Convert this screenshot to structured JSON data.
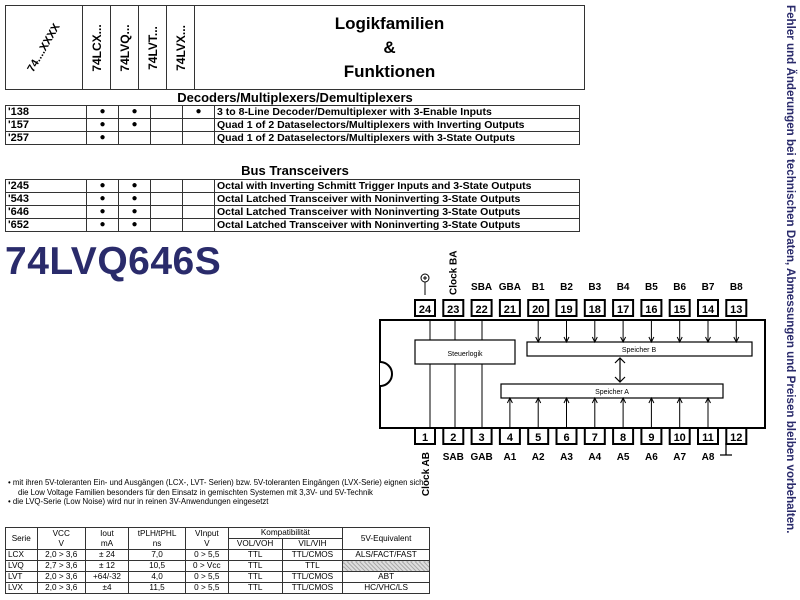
{
  "header": {
    "col0": "74....XXXX",
    "families": [
      "74LCX...",
      "74LVQ...",
      "74LVT...",
      "74LVX..."
    ],
    "title_line1": "Logikfamilien",
    "title_line2": "&",
    "title_line3": "Funktionen"
  },
  "sections": [
    {
      "title": "Decoders/Multiplexers/Demultiplexers",
      "rows": [
        {
          "part": "'138",
          "dots": [
            "●",
            "●",
            "",
            "●"
          ],
          "desc": "3 to 8-Line Decoder/Demultiplexer with 3-Enable Inputs"
        },
        {
          "part": "'157",
          "dots": [
            "●",
            "●",
            "",
            ""
          ],
          "desc": "Quad 1 of 2 Dataselectors/Multiplexers with Inverting Outputs"
        },
        {
          "part": "'257",
          "dots": [
            "●",
            "",
            "",
            ""
          ],
          "desc": "Quad 1 of 2 Dataselectors/Multiplexers with 3-State Outputs"
        }
      ]
    },
    {
      "title": "Bus Transceivers",
      "rows": [
        {
          "part": "'245",
          "dots": [
            "●",
            "●",
            "",
            ""
          ],
          "desc": "Octal with Inverting Schmitt Trigger Inputs and 3-State Outputs"
        },
        {
          "part": "'543",
          "dots": [
            "●",
            "●",
            "",
            ""
          ],
          "desc": "Octal Latched Transceiver with Noninverting 3-State Outputs"
        },
        {
          "part": "'646",
          "dots": [
            "●",
            "●",
            "",
            ""
          ],
          "desc": "Octal Latched Transceiver with Noninverting 3-State Outputs"
        },
        {
          "part": "'652",
          "dots": [
            "●",
            "●",
            "",
            ""
          ],
          "desc": "Octal Latched Transceiver with Noninverting 3-State Outputs"
        }
      ]
    }
  ],
  "part_title": "74LVQ646S",
  "side_text": "Fehler und Änderungen bei technischen Daten, Abmessungen und Preisen bleiben vorbehalten.",
  "diagram": {
    "top_pins": [
      "24",
      "23",
      "22",
      "21",
      "20",
      "19",
      "18",
      "17",
      "16",
      "15",
      "14",
      "13"
    ],
    "top_labels": [
      "",
      "Clock BA",
      "SBA",
      "GBA",
      "B1",
      "B2",
      "B3",
      "B4",
      "B5",
      "B6",
      "B7",
      "B8"
    ],
    "bottom_pins": [
      "1",
      "2",
      "3",
      "4",
      "5",
      "6",
      "7",
      "8",
      "9",
      "10",
      "11",
      "12"
    ],
    "bottom_labels": [
      "Clock AB",
      "SAB",
      "GAB",
      "A1",
      "A2",
      "A3",
      "A4",
      "A5",
      "A6",
      "A7",
      "A8",
      ""
    ],
    "control_label": "Steuerlogik",
    "mem_b_label": "Speicher B",
    "mem_a_label": "Speicher A"
  },
  "notes": [
    "• mit ihren 5V-toleranten Ein- und Ausgängen (LCX-, LVT- Serien) bzw. 5V-toleranten Eingängen (LVX-Serie) eignen sich die Low Voltage Familien besonders für den Einsatz in gemischten Systemen mit 3,3V- und 5V-Technik",
    "• die LVQ-Serie (Low Noise) wird nur in reinen 3V-Anwendungen eingesetzt"
  ],
  "spec_table": {
    "headers": {
      "serie": "Serie",
      "vcc": "VCC",
      "vcc_unit": "V",
      "iout": "Iout",
      "iout_unit": "mA",
      "tp": "tPLH/tPHL",
      "tp_unit": "ns",
      "vinput": "VInput",
      "vinput_unit": "V",
      "kompat": "Kompatibilität",
      "vol": "VOL/VOH",
      "vi": "VIL/VIH",
      "equiv": "5V-Equivalent"
    },
    "rows": [
      [
        "LCX",
        "2,0 > 3,6",
        "± 24",
        "7,0",
        "0 > 5,5",
        "TTL",
        "TTL/CMOS",
        "ALS/FACT/FAST"
      ],
      [
        "LVQ",
        "2,7 > 3,6",
        "± 12",
        "10,5",
        "0 > Vcc",
        "TTL",
        "TTL",
        ""
      ],
      [
        "LVT",
        "2,0 > 3,6",
        "+64/-32",
        "4,0",
        "0 > 5,5",
        "TTL",
        "TTL/CMOS",
        "ABT"
      ],
      [
        "LVX",
        "2,0 > 3,6",
        "±4",
        "11,5",
        "0 > 5,5",
        "TTL",
        "TTL/CMOS",
        "HC/VHC/LS"
      ]
    ]
  }
}
